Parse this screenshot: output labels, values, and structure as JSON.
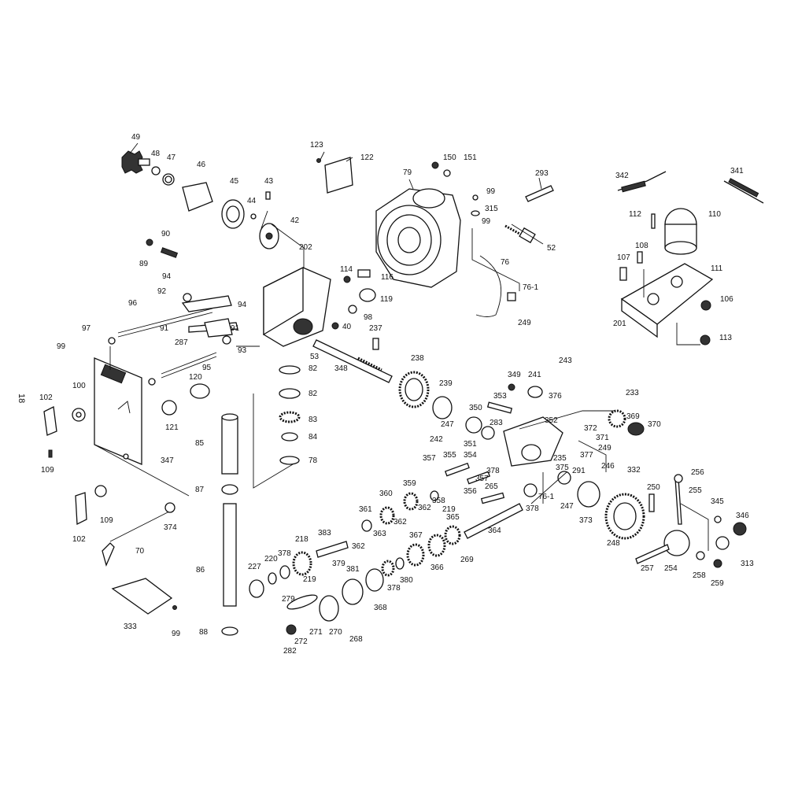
{
  "page_number": "18",
  "labels": [
    {
      "id": "p49",
      "text": "49"
    },
    {
      "id": "p48",
      "text": "48"
    },
    {
      "id": "p47",
      "text": "47"
    },
    {
      "id": "p46",
      "text": "46"
    },
    {
      "id": "p45",
      "text": "45"
    },
    {
      "id": "p44",
      "text": "44"
    },
    {
      "id": "p43",
      "text": "43"
    },
    {
      "id": "p42",
      "text": "42"
    },
    {
      "id": "p123",
      "text": "123"
    },
    {
      "id": "p122",
      "text": "122"
    },
    {
      "id": "p79",
      "text": "79"
    },
    {
      "id": "p150",
      "text": "150"
    },
    {
      "id": "p151",
      "text": "151"
    },
    {
      "id": "p293",
      "text": "293"
    },
    {
      "id": "p99a",
      "text": "99"
    },
    {
      "id": "p315",
      "text": "315"
    },
    {
      "id": "p52",
      "text": "52"
    },
    {
      "id": "p76",
      "text": "76"
    },
    {
      "id": "p76_1a",
      "text": "76-1"
    },
    {
      "id": "p249a",
      "text": "249"
    },
    {
      "id": "p342",
      "text": "342"
    },
    {
      "id": "p341",
      "text": "341"
    },
    {
      "id": "p112",
      "text": "112"
    },
    {
      "id": "p110",
      "text": "110"
    },
    {
      "id": "p108",
      "text": "108"
    },
    {
      "id": "p107",
      "text": "107"
    },
    {
      "id": "p111",
      "text": "111"
    },
    {
      "id": "p106",
      "text": "106"
    },
    {
      "id": "p201",
      "text": "201"
    },
    {
      "id": "p113",
      "text": "113"
    },
    {
      "id": "p90",
      "text": "90"
    },
    {
      "id": "p89",
      "text": "89"
    },
    {
      "id": "p202",
      "text": "202"
    },
    {
      "id": "p114",
      "text": "114"
    },
    {
      "id": "p116",
      "text": "116"
    },
    {
      "id": "p119",
      "text": "119"
    },
    {
      "id": "p98",
      "text": "98"
    },
    {
      "id": "p40",
      "text": "40"
    },
    {
      "id": "p237",
      "text": "237"
    },
    {
      "id": "p94a",
      "text": "94"
    },
    {
      "id": "p92",
      "text": "92"
    },
    {
      "id": "p96",
      "text": "96"
    },
    {
      "id": "p94b",
      "text": "94"
    },
    {
      "id": "p91a",
      "text": "91"
    },
    {
      "id": "p91b",
      "text": "91"
    },
    {
      "id": "p287",
      "text": "287"
    },
    {
      "id": "p97",
      "text": "97"
    },
    {
      "id": "p93",
      "text": "93"
    },
    {
      "id": "p99b",
      "text": "99"
    },
    {
      "id": "p95",
      "text": "95"
    },
    {
      "id": "p53",
      "text": "53"
    },
    {
      "id": "p82a",
      "text": "82"
    },
    {
      "id": "p348",
      "text": "348"
    },
    {
      "id": "p238",
      "text": "238"
    },
    {
      "id": "p82b",
      "text": "82"
    },
    {
      "id": "p83",
      "text": "83"
    },
    {
      "id": "p84",
      "text": "84"
    },
    {
      "id": "p78",
      "text": "78"
    },
    {
      "id": "p120",
      "text": "120"
    },
    {
      "id": "p100",
      "text": "100"
    },
    {
      "id": "p102a",
      "text": "102"
    },
    {
      "id": "p121",
      "text": "121"
    },
    {
      "id": "p85",
      "text": "85"
    },
    {
      "id": "p347",
      "text": "347"
    },
    {
      "id": "p109a",
      "text": "109"
    },
    {
      "id": "p349",
      "text": "349"
    },
    {
      "id": "p241",
      "text": "241"
    },
    {
      "id": "p243",
      "text": "243"
    },
    {
      "id": "p376",
      "text": "376"
    },
    {
      "id": "p239",
      "text": "239"
    },
    {
      "id": "p353",
      "text": "353"
    },
    {
      "id": "p233",
      "text": "233"
    },
    {
      "id": "p247a",
      "text": "247"
    },
    {
      "id": "p350",
      "text": "350"
    },
    {
      "id": "p283",
      "text": "283"
    },
    {
      "id": "p352",
      "text": "352"
    },
    {
      "id": "p369",
      "text": "369"
    },
    {
      "id": "p370",
      "text": "370"
    },
    {
      "id": "p372",
      "text": "372"
    },
    {
      "id": "p371",
      "text": "371"
    },
    {
      "id": "p242",
      "text": "242"
    },
    {
      "id": "p351",
      "text": "351"
    },
    {
      "id": "p249b",
      "text": "249"
    },
    {
      "id": "p377",
      "text": "377"
    },
    {
      "id": "p357a",
      "text": "357"
    },
    {
      "id": "p355",
      "text": "355"
    },
    {
      "id": "p354",
      "text": "354"
    },
    {
      "id": "p235",
      "text": "235"
    },
    {
      "id": "p375",
      "text": "375"
    },
    {
      "id": "p291",
      "text": "291"
    },
    {
      "id": "p246",
      "text": "246"
    },
    {
      "id": "p332",
      "text": "332"
    },
    {
      "id": "p378a",
      "text": "378"
    },
    {
      "id": "p357b",
      "text": "357"
    },
    {
      "id": "p87",
      "text": "87"
    },
    {
      "id": "p359",
      "text": "359"
    },
    {
      "id": "p358",
      "text": "358"
    },
    {
      "id": "p356",
      "text": "356"
    },
    {
      "id": "p265",
      "text": "265"
    },
    {
      "id": "p76_1b",
      "text": "76-1"
    },
    {
      "id": "p247b",
      "text": "247"
    },
    {
      "id": "p250",
      "text": "250"
    },
    {
      "id": "p256",
      "text": "256"
    },
    {
      "id": "p255",
      "text": "255"
    },
    {
      "id": "p360",
      "text": "360"
    },
    {
      "id": "p362a",
      "text": "362"
    },
    {
      "id": "p219a",
      "text": "219"
    },
    {
      "id": "p378b",
      "text": "378"
    },
    {
      "id": "p361",
      "text": "361"
    },
    {
      "id": "p362b",
      "text": "362"
    },
    {
      "id": "p373",
      "text": "373"
    },
    {
      "id": "p345",
      "text": "345"
    },
    {
      "id": "p109b",
      "text": "109"
    },
    {
      "id": "p102b",
      "text": "102"
    },
    {
      "id": "p374",
      "text": "374"
    },
    {
      "id": "p383",
      "text": "383"
    },
    {
      "id": "p363",
      "text": "363"
    },
    {
      "id": "p364",
      "text": "364"
    },
    {
      "id": "p365",
      "text": "365"
    },
    {
      "id": "p248",
      "text": "248"
    },
    {
      "id": "p346",
      "text": "346"
    },
    {
      "id": "p218",
      "text": "218"
    },
    {
      "id": "p362c",
      "text": "362"
    },
    {
      "id": "p367",
      "text": "367"
    },
    {
      "id": "p70",
      "text": "70"
    },
    {
      "id": "p378c",
      "text": "378"
    },
    {
      "id": "p379",
      "text": "379"
    },
    {
      "id": "p366",
      "text": "366"
    },
    {
      "id": "p269",
      "text": "269"
    },
    {
      "id": "p257",
      "text": "257"
    },
    {
      "id": "p254",
      "text": "254"
    },
    {
      "id": "p313",
      "text": "313"
    },
    {
      "id": "p227",
      "text": "227"
    },
    {
      "id": "p220",
      "text": "220"
    },
    {
      "id": "p86",
      "text": "86"
    },
    {
      "id": "p219b",
      "text": "219"
    },
    {
      "id": "p381",
      "text": "381"
    },
    {
      "id": "p378d",
      "text": "378"
    },
    {
      "id": "p380",
      "text": "380"
    },
    {
      "id": "p258",
      "text": "258"
    },
    {
      "id": "p259",
      "text": "259"
    },
    {
      "id": "p368",
      "text": "368"
    },
    {
      "id": "p279",
      "text": "279"
    },
    {
      "id": "p333",
      "text": "333"
    },
    {
      "id": "p271",
      "text": "271"
    },
    {
      "id": "p270",
      "text": "270"
    },
    {
      "id": "p88",
      "text": "88"
    },
    {
      "id": "p99c",
      "text": "99"
    },
    {
      "id": "p272",
      "text": "272"
    },
    {
      "id": "p268",
      "text": "268"
    },
    {
      "id": "p282",
      "text": "282"
    },
    {
      "id": "p99d",
      "text": "99"
    }
  ]
}
